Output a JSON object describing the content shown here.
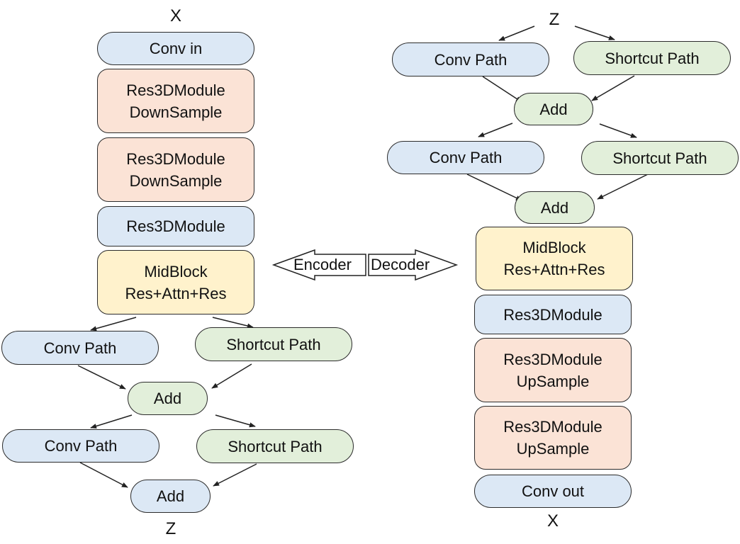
{
  "encoder": {
    "input_var": "X",
    "output_var": "Z",
    "conv_in": "Conv in",
    "res_down_1": [
      "Res3DModule",
      "DownSample"
    ],
    "res_down_2": [
      "Res3DModule",
      "DownSample"
    ],
    "res_module": "Res3DModule",
    "midblock": [
      "MidBlock",
      "Res+Attn+Res"
    ],
    "stage1": {
      "conv_path": "Conv Path",
      "shortcut_path": "Shortcut Path",
      "add": "Add"
    },
    "stage2": {
      "conv_path": "Conv Path",
      "shortcut_path": "Shortcut Path",
      "add": "Add"
    }
  },
  "decoder": {
    "input_var": "Z",
    "output_var": "X",
    "stage1": {
      "conv_path": "Conv Path",
      "shortcut_path": "Shortcut Path",
      "add": "Add"
    },
    "stage2": {
      "conv_path": "Conv Path",
      "shortcut_path": "Shortcut Path",
      "add": "Add"
    },
    "midblock": [
      "MidBlock",
      "Res+Attn+Res"
    ],
    "res_module": "Res3DModule",
    "res_up_1": [
      "Res3DModule",
      "UpSample"
    ],
    "res_up_2": [
      "Res3DModule",
      "UpSample"
    ],
    "conv_out": "Conv out"
  },
  "arrow_labels": {
    "encoder": "Encoder",
    "decoder": "Decoder"
  },
  "colors": {
    "blue": "#dce8f5",
    "orange": "#fbe3d6",
    "yellow": "#fff2cc",
    "green": "#e2efda",
    "stroke": "#2b2b2b"
  }
}
